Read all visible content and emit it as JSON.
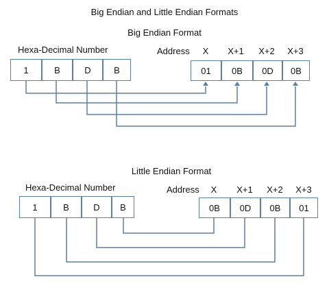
{
  "title": "Big Endian and Little Endian Formats",
  "big_endian": {
    "heading": "Big Endian Format",
    "hex_label": "Hexa-Decimal Number",
    "address_label": "Address",
    "hex_digits": [
      "1",
      "B",
      "D",
      "B"
    ],
    "addresses": [
      "X",
      "X+1",
      "X+2",
      "X+3"
    ],
    "memory": [
      "01",
      "0B",
      "0D",
      "0B"
    ]
  },
  "little_endian": {
    "heading": "Little Endian Format",
    "hex_label": "Hexa-Decimal Number",
    "address_label": "Address",
    "hex_digits": [
      "1",
      "B",
      "D",
      "B"
    ],
    "addresses": [
      "X",
      "X+1",
      "X+2",
      "X+3"
    ],
    "memory": [
      "0B",
      "0D",
      "0B",
      "01"
    ]
  },
  "colors": {
    "line": "#5b7fa6",
    "text": "#111111",
    "background": "#ffffff"
  }
}
